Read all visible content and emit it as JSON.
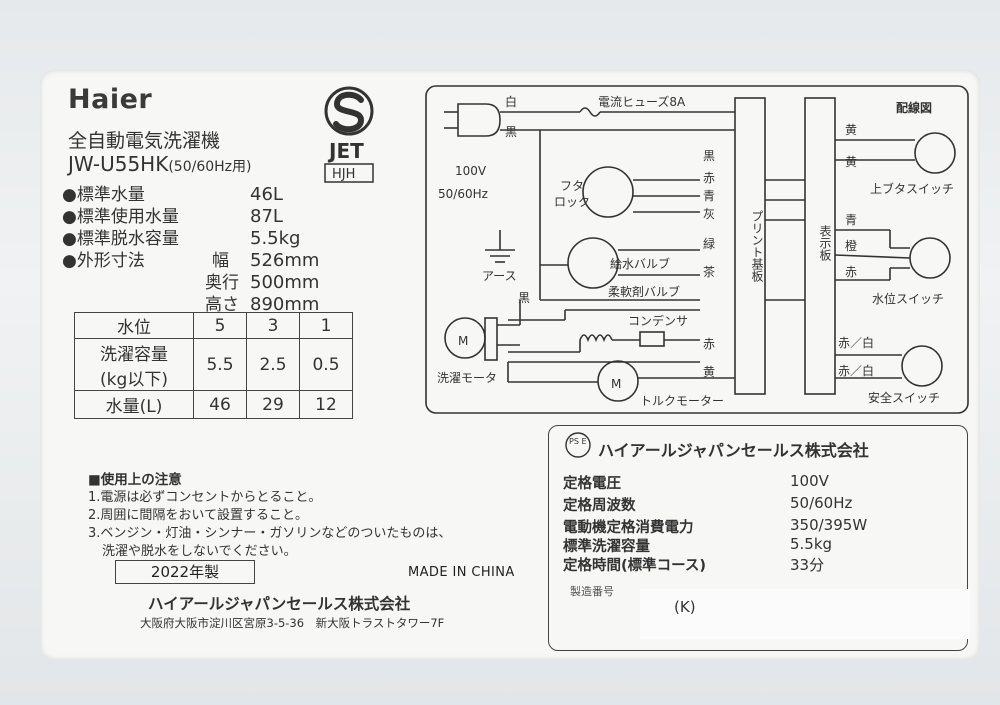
{
  "brand": "Haier",
  "product_name": "全自動電気洗濯機",
  "model": "JW-U55HK",
  "model_freq": "(50/60Hz用)",
  "jet_mark": {
    "text": "JET",
    "code": "HJH"
  },
  "specs": [
    {
      "label": "●標準水量",
      "value": "46L"
    },
    {
      "label": "●標準使用水量",
      "value": "87L"
    },
    {
      "label": "●標準脱水容量",
      "value": "5.5kg"
    },
    {
      "label": "●外形寸法",
      "sub": "幅",
      "value": "526mm"
    },
    {
      "label": "",
      "sub": "奥行",
      "value": "500mm"
    },
    {
      "label": "",
      "sub": "高さ",
      "value": "890mm"
    }
  ],
  "water_table": {
    "header": [
      "水位",
      "5",
      "3",
      "1"
    ],
    "row1_label_line1": "洗濯容量",
    "row1_label_line2": "(kg以下)",
    "row1_values": [
      "5.5",
      "2.5",
      "0.5"
    ],
    "row2_label": "水量(L)",
    "row2_values": [
      "46",
      "29",
      "12"
    ]
  },
  "caution": {
    "title": "■使用上の注意",
    "items": [
      "1.電源は必ずコンセントからとること。",
      "2.周囲に間隔をおいて設置すること。",
      "3.ベンジン・灯油・シンナー・ガソリンなどのついたものは、",
      "洗濯や脱水をしないでください。"
    ]
  },
  "year": "2022年製",
  "made_in": "MADE IN CHINA",
  "company": "ハイアールジャパンセールス株式会社",
  "address": "大阪府大阪市淀川区宮原3-5-36　新大阪トラストタワー7F",
  "wiring": {
    "title": "配線図",
    "power": [
      "100V",
      "50/60Hz"
    ],
    "ground": "アース",
    "fuse": "電流ヒューズ8A",
    "main_board": "プリント基板",
    "display_board": "表示板",
    "left_wires": [
      "白",
      "黒",
      "黒",
      "黒",
      "赤",
      "青",
      "灰",
      "緑",
      "茶",
      "赤",
      "黄"
    ],
    "right_wires": [
      "黄",
      "黄",
      "青",
      "橙",
      "赤",
      "赤／白",
      "赤／白"
    ],
    "components": {
      "lid_lock": [
        "フタ",
        "ロック"
      ],
      "water_valve": "給水バルブ",
      "softener_valve": "柔軟剤バルブ",
      "capacitor": "コンデンサ",
      "wash_motor": "洗濯モータ",
      "torque_motor": "トルクモーター",
      "motor_letter": "M",
      "lid_switch": "上ブタスイッチ",
      "level_switch": "水位スイッチ",
      "safety_switch": "安全スイッチ"
    }
  },
  "rating": {
    "pse_mark": "PS E",
    "company": "ハイアールジャパンセールス株式会社",
    "rows": [
      {
        "label": "定格電圧",
        "value": "100V"
      },
      {
        "label": "定格周波数",
        "value": "50/60Hz"
      },
      {
        "label": "電動機定格消費電力",
        "value": "350/395W"
      },
      {
        "label": "標準洗濯容量",
        "value": "5.5kg"
      },
      {
        "label": "定格時間(標準コース)",
        "value": "33分"
      }
    ],
    "serial_label": "製造番号",
    "serial_value": "(K)"
  }
}
